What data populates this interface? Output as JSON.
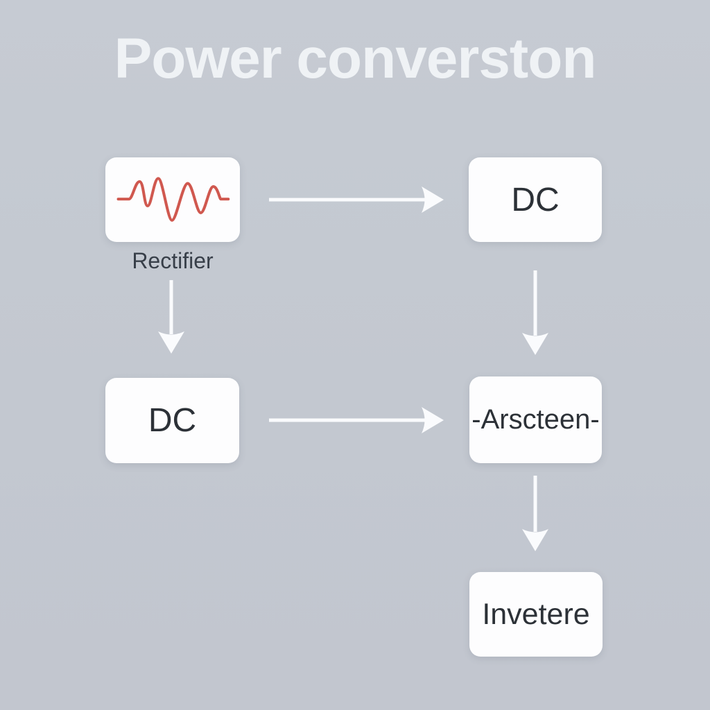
{
  "title": "Power converston",
  "colors": {
    "background": "#c3c8d0",
    "box_fill": "#fdfdfe",
    "arrow": "#fafbfd",
    "node_text": "#2c3137",
    "caption_text": "#383f49",
    "title_text": "#eff2f5",
    "waveform_red": "#d0584f"
  },
  "diagram": {
    "nodes": [
      {
        "id": "rectifier",
        "label": "Rectifier",
        "icon": "ac-waveform-icon",
        "content": ""
      },
      {
        "id": "dc-top",
        "label": "DC"
      },
      {
        "id": "dc-left",
        "label": "DC"
      },
      {
        "id": "arscteen",
        "label": "-Arscteen-"
      },
      {
        "id": "invetere",
        "label": "Invetere"
      }
    ],
    "edges": [
      {
        "from": "rectifier",
        "to": "dc-top",
        "direction": "right"
      },
      {
        "from": "rectifier",
        "to": "dc-left",
        "direction": "down"
      },
      {
        "from": "dc-top",
        "to": "arscteen",
        "direction": "down"
      },
      {
        "from": "dc-left",
        "to": "arscteen",
        "direction": "right"
      },
      {
        "from": "arscteen",
        "to": "invetere",
        "direction": "down"
      }
    ]
  }
}
